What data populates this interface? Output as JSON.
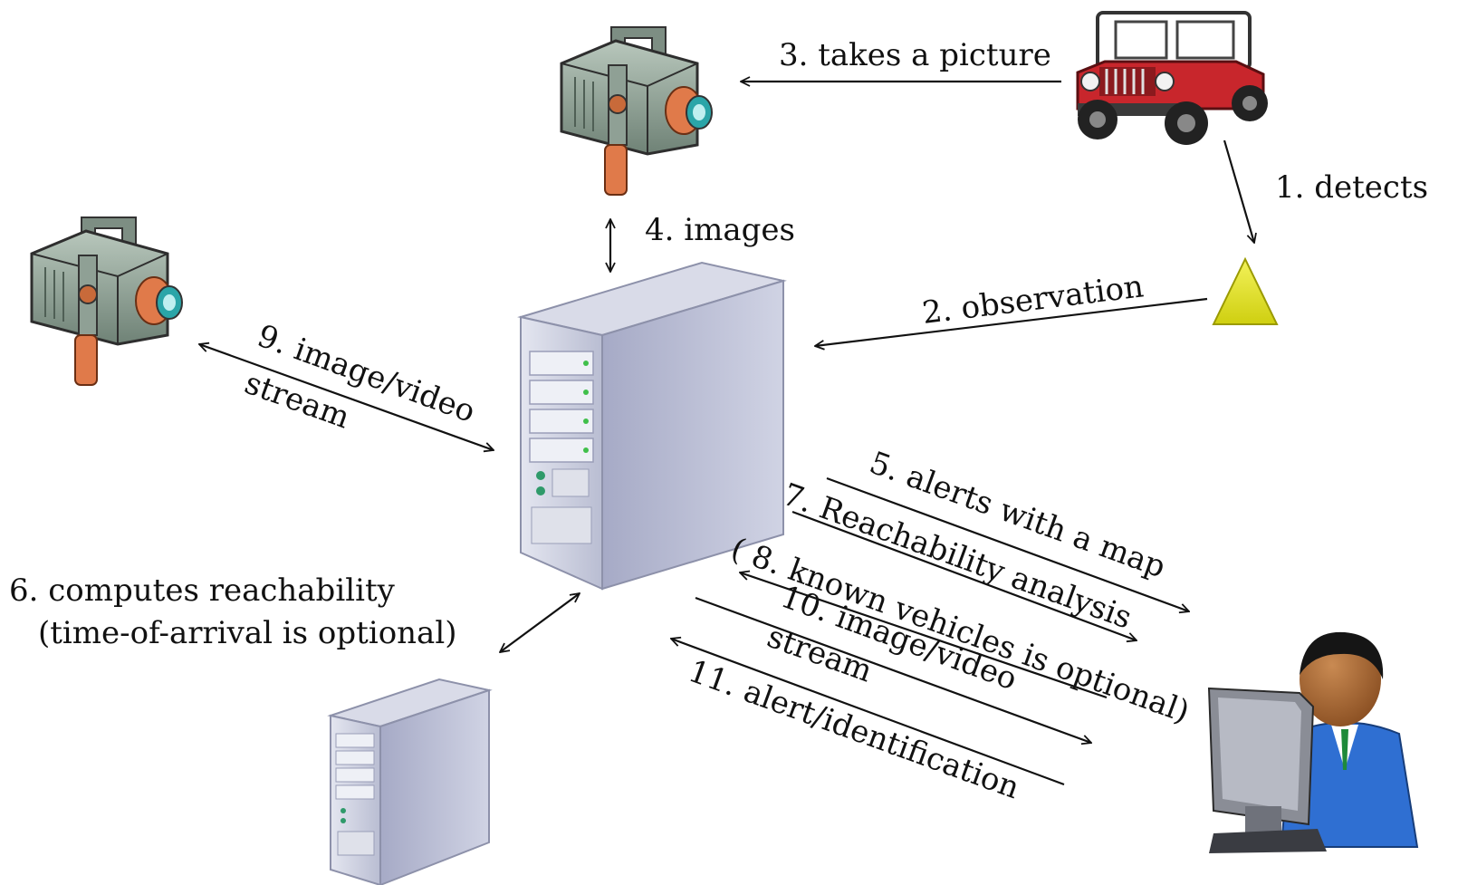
{
  "labels": {
    "step1": "1. detects",
    "step2": "2. observation",
    "step3": "3. takes a picture",
    "step4": "4. images",
    "step5": "5. alerts with a map",
    "step6_line1": "6. computes reachability",
    "step6_line2": "(time-of-arrival is optional)",
    "step7": "7. Reachability analysis",
    "step8": "( 8. known vehicles  is optional)",
    "step9_line1": "9. image/video",
    "step9_line2": "stream",
    "step10_line1": "10. image/video",
    "step10_line2": "stream",
    "step11": "11. alert/identification"
  },
  "icons": {
    "vehicle": "jeep-icon",
    "sensor": "sensor-triangle-icon",
    "camera": "surveillance-camera-icon",
    "server": "server-tower-icon",
    "operator": "operator-at-monitor-icon"
  },
  "colors": {
    "jeep_body": "#c8262c",
    "sensor": "#e3e21c",
    "camera_body": "#8fa095",
    "camera_lens": "#e07a4a",
    "server": "#bcc0d6",
    "user_shirt": "#2f6fd2"
  }
}
